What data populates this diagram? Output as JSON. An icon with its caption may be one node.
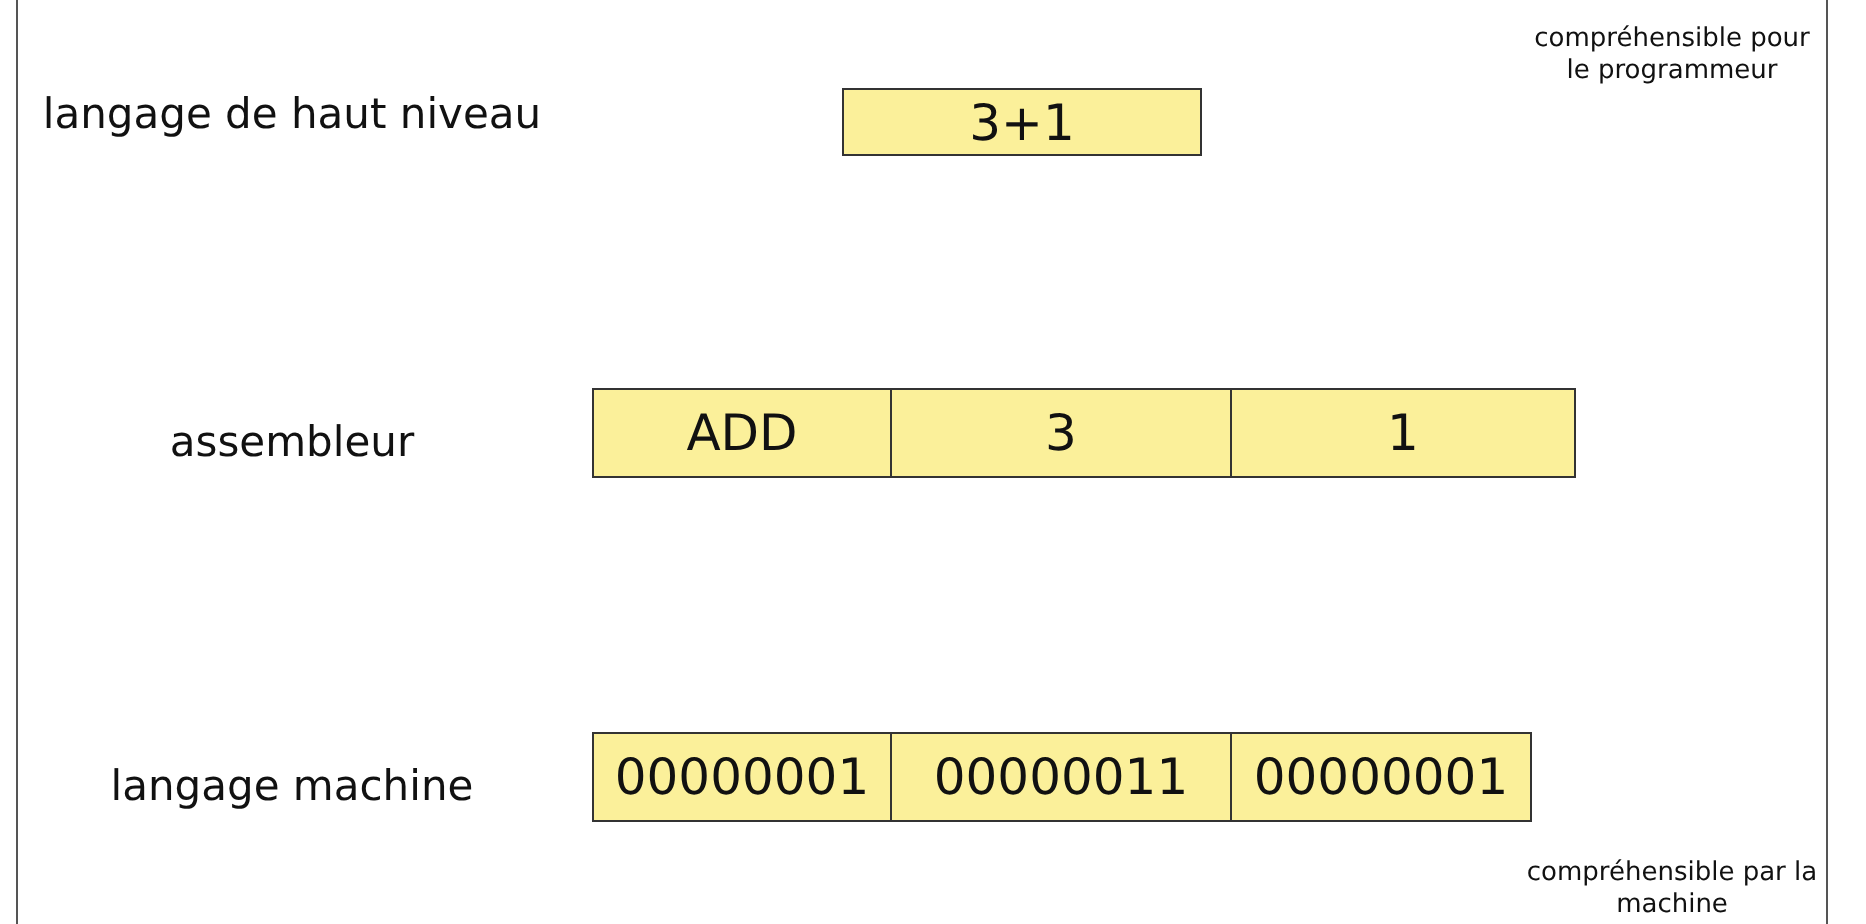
{
  "diagram": {
    "nodes": [
      {
        "text": [
          "3+1"
        ]
      },
      {
        "text": [
          "ADD"
        ]
      },
      {
        "text": [
          "3"
        ]
      },
      {
        "text": [
          "1"
        ]
      },
      {
        "text": [
          "00000001"
        ]
      },
      {
        "text": [
          "00000011"
        ]
      },
      {
        "text": [
          "00000001"
        ]
      }
    ],
    "labels": [
      "compréhensible pour le programmeur",
      "langage de haut niveau",
      "assembleur",
      "langage machine",
      "compréhensible par la machine"
    ]
  }
}
